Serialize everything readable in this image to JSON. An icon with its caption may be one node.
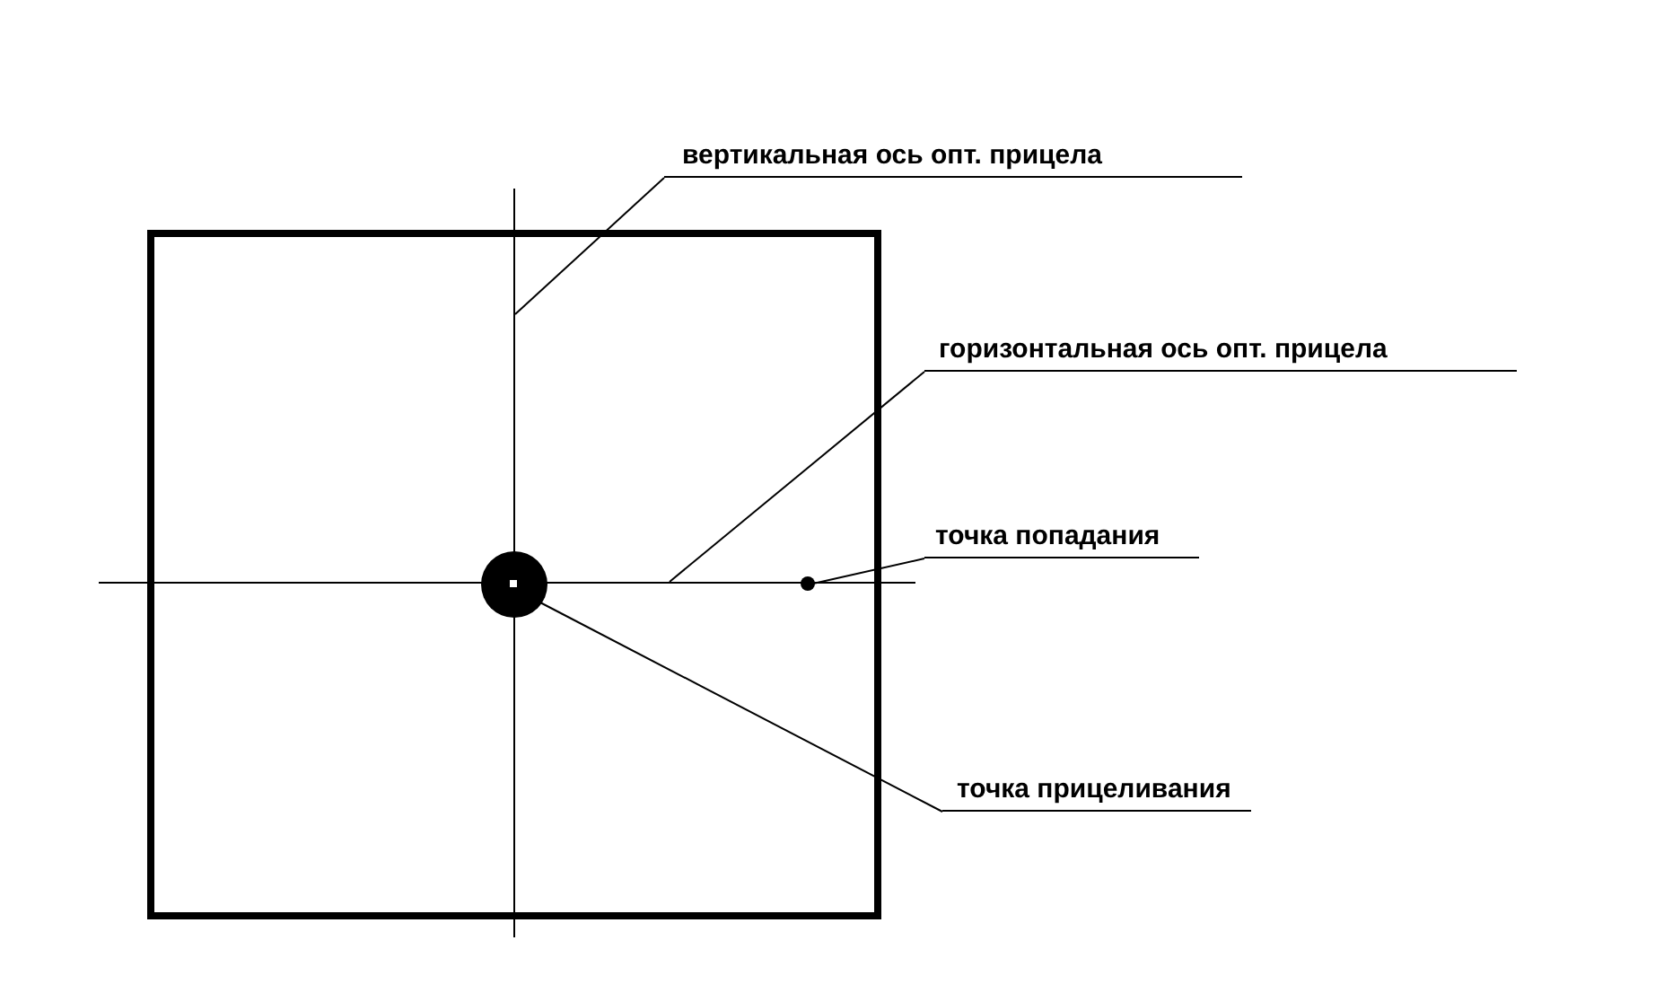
{
  "diagram": {
    "nodes": [
      {
        "text": [
          "вертикальная ось опт. прицела"
        ]
      },
      {
        "text": [
          "горизонтальная ось опт. прицела"
        ]
      },
      {
        "text": [
          "точка попадания"
        ]
      },
      {
        "text": [
          "точка прицеливания"
        ]
      },
      {
        "text": [],
        "shape": "line"
      },
      {
        "text": [],
        "shape": "line"
      },
      {
        "text": [],
        "shape": "circle"
      },
      {
        "text": [],
        "shape": "circle"
      }
    ],
    "edges": [
      {
        "from": 0,
        "to": 4,
        "arrow": "none"
      },
      {
        "from": 1,
        "to": 5,
        "arrow": "none"
      },
      {
        "from": 2,
        "to": 7,
        "arrow": "none"
      },
      {
        "from": 3,
        "to": 6,
        "arrow": "none"
      }
    ]
  }
}
